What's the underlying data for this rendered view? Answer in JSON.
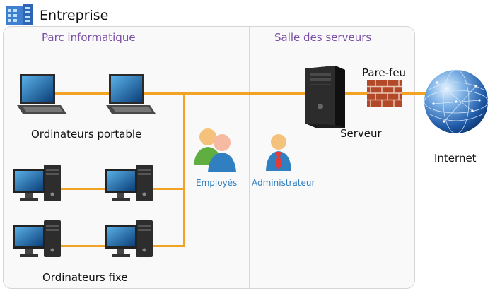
{
  "header": {
    "title": "Entreprise",
    "logo_icon": "building-icon"
  },
  "zones": {
    "parc": {
      "label": "Parc informatique"
    },
    "salle": {
      "label": "Salle des serveurs"
    }
  },
  "devices": {
    "laptops_label": "Ordinateurs portable",
    "desktops_label": "Ordinateurs fixe",
    "server_label": "Serveur",
    "firewall_label": "Pare-feu",
    "internet_label": "Internet"
  },
  "people": {
    "employees_label": "Employés",
    "admin_label": "Administrateur"
  },
  "colors": {
    "link": "#f2a224",
    "zone_label": "#7b4fa6",
    "role_label": "#2f7fc1"
  }
}
